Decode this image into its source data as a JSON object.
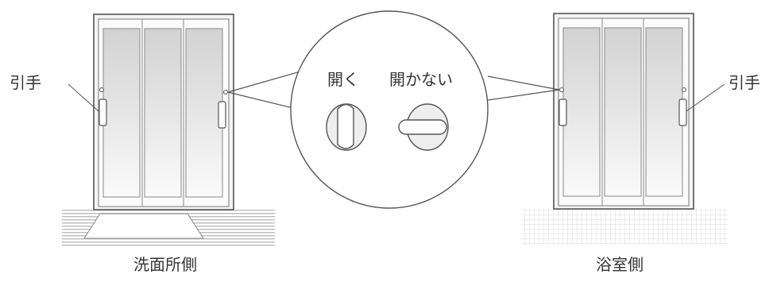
{
  "labels": {
    "handle_left": "引手",
    "handle_right": "引手",
    "lock_open": "開く",
    "lock_closed": "開かない",
    "side_left": "洗面所側",
    "side_right": "浴室側"
  },
  "colors": {
    "line": "#555555",
    "text": "#333333",
    "glass_top": "#d2d2d2",
    "glass_bottom": "#fafafa",
    "floor_stripe": "#bcbcbc"
  }
}
